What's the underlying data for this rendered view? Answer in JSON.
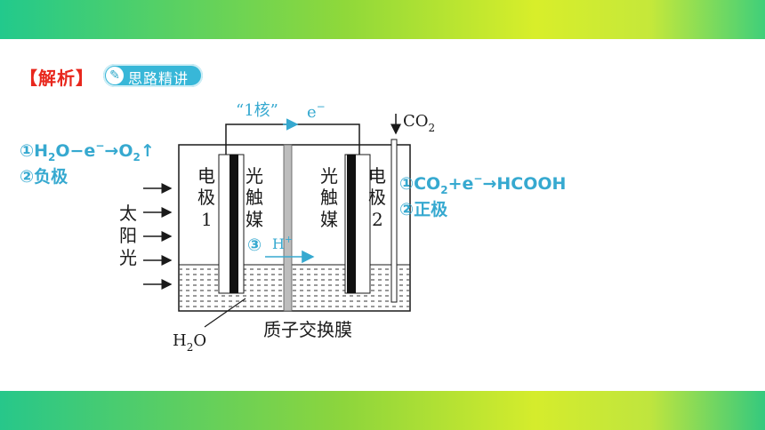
{
  "header": {
    "title": "【解析】",
    "badge_icon": "✎",
    "badge_label": "思路精讲"
  },
  "diagram": {
    "wire_label": "“1核”",
    "electron": "e",
    "electron_sup": "−",
    "co2_label": "CO",
    "co2_sub": "2",
    "sunlight": [
      "太",
      "阳",
      "光"
    ],
    "electrode1_text": [
      "电",
      "极",
      "1"
    ],
    "catalyst1_text": [
      "光",
      "触",
      "媒"
    ],
    "catalyst2_text": [
      "光",
      "触",
      "媒"
    ],
    "electrode2_text": [
      "电",
      "极",
      "2"
    ],
    "membrane_label": "质子交换膜",
    "water_label": "H",
    "water_sub": "2",
    "water_o": "O"
  },
  "annotations": {
    "left_line1_num": "①",
    "left_line1": "H",
    "left_line1_sub": "2",
    "left_line1_b": "O−e",
    "left_line1_sup": "−",
    "left_line1_arrow": "→",
    "left_line1_c": "O",
    "left_line1_sub2": "2",
    "left_line1_up": "↑",
    "left_line2": "②负极",
    "right_line1_num": "①",
    "right_line1_a": "CO",
    "right_line1_sub": "2",
    "right_line1_b": "+e",
    "right_line1_sup": "−",
    "right_line1_arrow": "→",
    "right_line1_c": "HCOOH",
    "right_line2": "②正极",
    "middle_num": "③",
    "middle_ion": "H",
    "middle_ion_sup": "+"
  },
  "colors": {
    "accent_red": "#e8271d",
    "annotation_cyan": "#36a9d0",
    "band_green": "#8fd83a"
  }
}
